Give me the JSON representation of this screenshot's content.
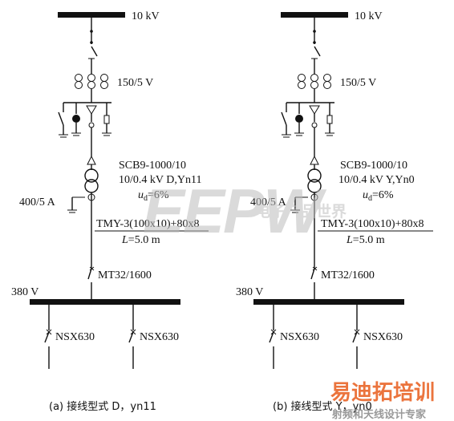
{
  "diagrams": [
    {
      "hv_bus": "10 kV",
      "ct_hv": "150/5 V",
      "transformer_model": "SCB9-1000/10",
      "transformer_rating": "10/0.4 kV D,Yn11",
      "ud_symbol": "u",
      "ud_sub": "d",
      "ud_value": "=6%",
      "ct_lv": "400/5 A",
      "busway": "TMY-3(100x10)+80x8",
      "length_symbol": "L",
      "length_value": "=5.0 m",
      "main_breaker": "MT32/1600",
      "lv_bus": "380 V",
      "feeder_1": "NSX630",
      "feeder_2": "NSX630",
      "caption": "(a) 接线型式 D，yn11"
    },
    {
      "hv_bus": "10 kV",
      "ct_hv": "150/5 V",
      "transformer_model": "SCB9-1000/10",
      "transformer_rating": "10/0.4 kV Y,Yn0",
      "ud_symbol": "u",
      "ud_sub": "d",
      "ud_value": "=6%",
      "ct_lv": "400/5 A",
      "busway": "TMY-3(100x10)+80x8",
      "length_symbol": "L",
      "length_value": "=5.0 m",
      "main_breaker": "MT32/1600",
      "lv_bus": "380 V",
      "feeder_1": "NSX630",
      "feeder_2": "NSX630",
      "caption": "(b) 接线型式 Y，yn0"
    }
  ],
  "watermarks": {
    "brand": "EEPW",
    "brand_cn": "电子产品世界",
    "training": "易迪拓培训",
    "training_sub": "射频和天线设计专家"
  },
  "colors": {
    "line": "#111111",
    "watermark_brand": "#c9c9c9",
    "watermark_training": "#e85c1c"
  }
}
